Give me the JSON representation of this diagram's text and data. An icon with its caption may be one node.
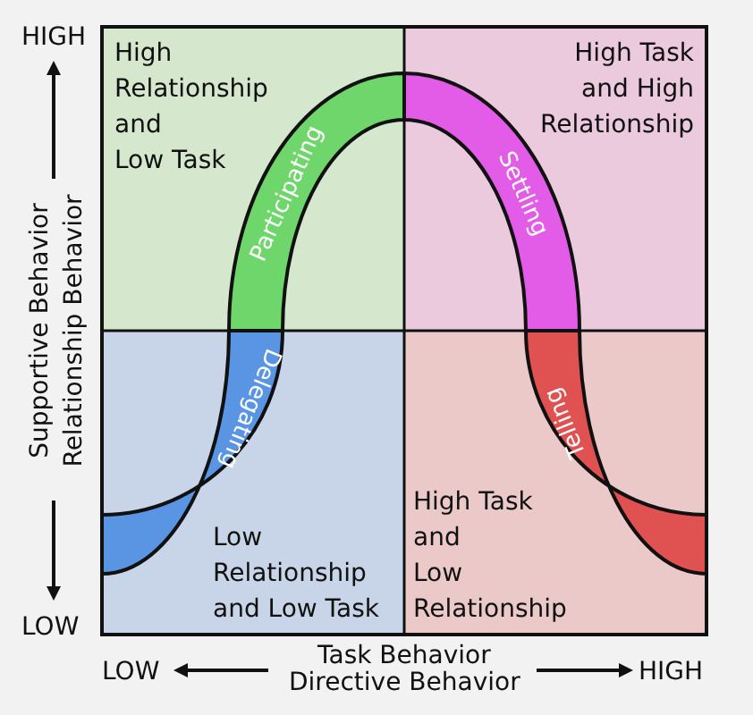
{
  "diagram": {
    "nodes": [
      {
        "text": [
          "High Relationship and Low Task"
        ]
      },
      {
        "text": [
          "Participating"
        ],
        "in": 0
      },
      {
        "text": [
          "High Task and High Relationship"
        ]
      },
      {
        "text": [
          "Settling"
        ],
        "in": 2
      },
      {
        "text": [
          "Low Relationship and Low Task"
        ]
      },
      {
        "text": [
          "Delegating"
        ],
        "in": 4
      },
      {
        "text": [
          "High Task and Low Relationship"
        ]
      },
      {
        "text": [
          "Telling"
        ],
        "in": 6
      }
    ],
    "edges": [],
    "labels": [
      "HIGH",
      "Supportive Behavior",
      "Relationship Behavior",
      "LOW",
      "LOW",
      "Task Behavior",
      "Directive Behavior",
      "HIGH"
    ]
  }
}
